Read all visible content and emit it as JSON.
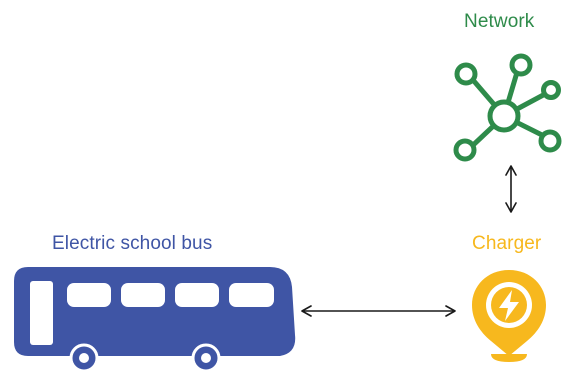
{
  "labels": {
    "network": "Network",
    "bus": "Electric school bus",
    "charger": "Charger"
  },
  "colors": {
    "network": "#2e8b4a",
    "bus": "#3f55a5",
    "charger": "#f7b81e",
    "arrow": "#1a1a1a"
  },
  "icons": {
    "network": "network-hub-icon",
    "bus": "school-bus-icon",
    "charger": "charging-location-pin-icon"
  },
  "connections": [
    {
      "from": "network",
      "to": "charger",
      "direction": "bidirectional"
    },
    {
      "from": "bus",
      "to": "charger",
      "direction": "bidirectional"
    }
  ]
}
